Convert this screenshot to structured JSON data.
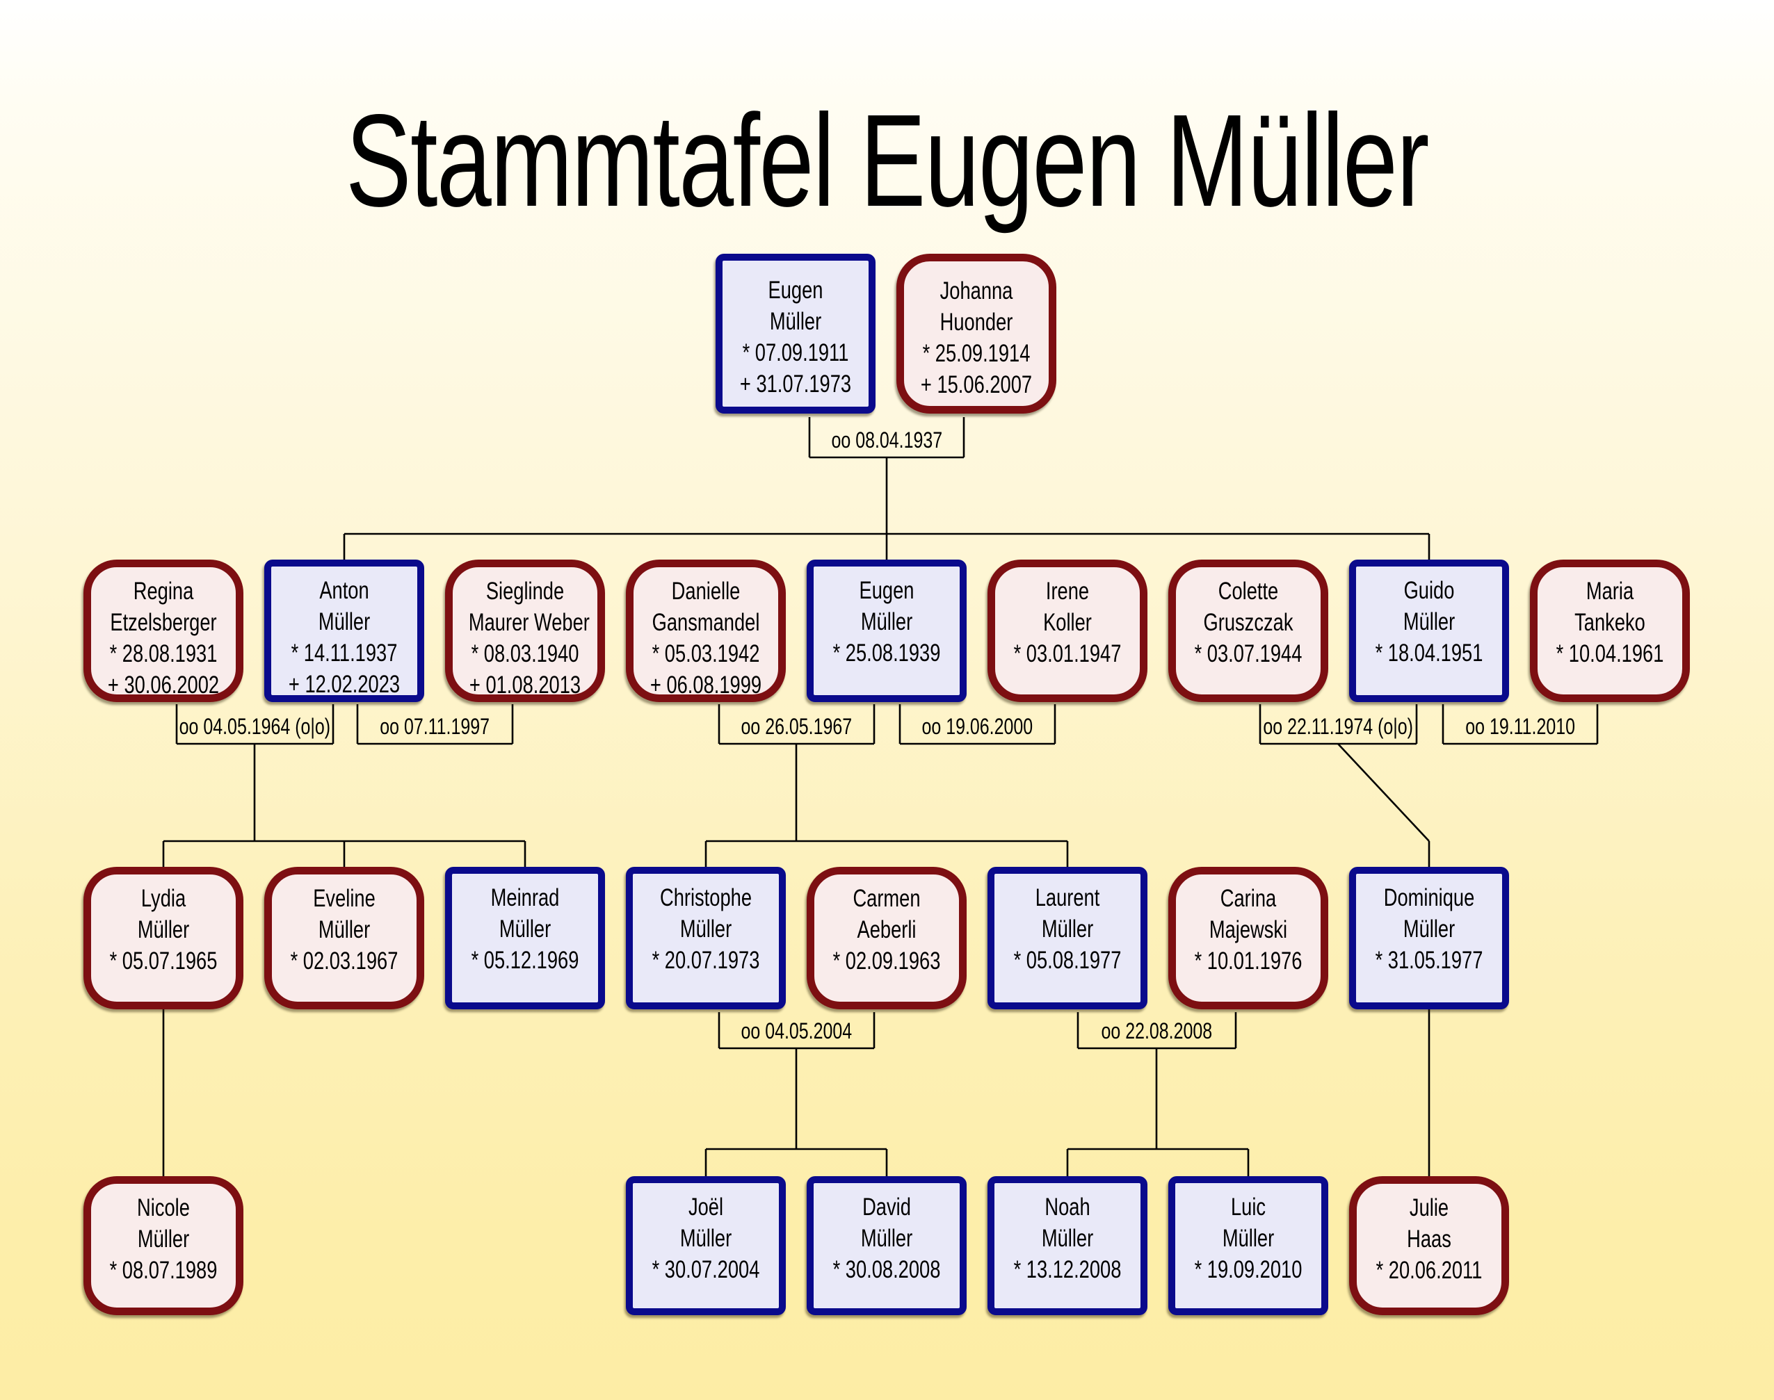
{
  "title": "Stammtafel Eugen Müller",
  "colors": {
    "male_border": "#0a0a8c",
    "male_fill": "#e9e9f8",
    "female_border": "#7d0f12",
    "female_fill": "#f9eceb",
    "connector_line": "#000000",
    "background_top": "#ffffff",
    "background_bottom": "#fdeda5"
  },
  "persons": [
    {
      "given": "Eugen",
      "surname": "Müller",
      "birth": "* 07.09.1911",
      "death": "+ 31.07.1973",
      "sex": "m"
    },
    {
      "given": "Johanna",
      "surname": "Huonder",
      "birth": "* 25.09.1914",
      "death": "+ 15.06.2007",
      "sex": "f"
    },
    {
      "given": "Regina",
      "surname": "Etzelsberger",
      "birth": "* 28.08.1931",
      "death": "+ 30.06.2002",
      "sex": "f"
    },
    {
      "given": "Anton",
      "surname": "Müller",
      "birth": "* 14.11.1937",
      "death": "+ 12.02.2023",
      "sex": "m"
    },
    {
      "given": "Sieglinde",
      "surname": "Maurer Weber",
      "birth": "* 08.03.1940",
      "death": "+ 01.08.2013",
      "sex": "f"
    },
    {
      "given": "Danielle",
      "surname": "Gansmandel",
      "birth": "* 05.03.1942",
      "death": "+ 06.08.1999",
      "sex": "f"
    },
    {
      "given": "Eugen",
      "surname": "Müller",
      "birth": "* 25.08.1939",
      "death": "",
      "sex": "m"
    },
    {
      "given": "Irene",
      "surname": "Koller",
      "birth": "* 03.01.1947",
      "death": "",
      "sex": "f"
    },
    {
      "given": "Colette",
      "surname": "Gruszczak",
      "birth": "* 03.07.1944",
      "death": "",
      "sex": "f"
    },
    {
      "given": "Guido",
      "surname": "Müller",
      "birth": "* 18.04.1951",
      "death": "",
      "sex": "m"
    },
    {
      "given": "Maria",
      "surname": "Tankeko",
      "birth": "* 10.04.1961",
      "death": "",
      "sex": "f"
    },
    {
      "given": "Lydia",
      "surname": "Müller",
      "birth": "* 05.07.1965",
      "death": "",
      "sex": "f"
    },
    {
      "given": "Eveline",
      "surname": "Müller",
      "birth": "* 02.03.1967",
      "death": "",
      "sex": "f"
    },
    {
      "given": "Meinrad",
      "surname": "Müller",
      "birth": "* 05.12.1969",
      "death": "",
      "sex": "m"
    },
    {
      "given": "Christophe",
      "surname": "Müller",
      "birth": "* 20.07.1973",
      "death": "",
      "sex": "m"
    },
    {
      "given": "Carmen",
      "surname": "Aeberli",
      "birth": "* 02.09.1963",
      "death": "",
      "sex": "f"
    },
    {
      "given": "Laurent",
      "surname": "Müller",
      "birth": "* 05.08.1977",
      "death": "",
      "sex": "m"
    },
    {
      "given": "Carina",
      "surname": "Majewski",
      "birth": "* 10.01.1976",
      "death": "",
      "sex": "f"
    },
    {
      "given": "Dominique",
      "surname": "Müller",
      "birth": "* 31.05.1977",
      "death": "",
      "sex": "m"
    },
    {
      "given": "Nicole",
      "surname": "Müller",
      "birth": "* 08.07.1989",
      "death": "",
      "sex": "f"
    },
    {
      "given": "Joël",
      "surname": "Müller",
      "birth": "* 30.07.2004",
      "death": "",
      "sex": "m"
    },
    {
      "given": "David",
      "surname": "Müller",
      "birth": "* 30.08.2008",
      "death": "",
      "sex": "m"
    },
    {
      "given": "Noah",
      "surname": "Müller",
      "birth": "* 13.12.2008",
      "death": "",
      "sex": "m"
    },
    {
      "given": "Luic",
      "surname": "Müller",
      "birth": "* 19.09.2010",
      "death": "",
      "sex": "m"
    },
    {
      "given": "Julie",
      "surname": "Haas",
      "birth": "* 20.06.2011",
      "death": "",
      "sex": "f"
    }
  ],
  "marriages": [
    {
      "label": "oo 08.04.1937"
    },
    {
      "label": "oo 04.05.1964 (o|o)"
    },
    {
      "label": "oo 07.11.1997"
    },
    {
      "label": "oo 26.05.1967"
    },
    {
      "label": "oo 19.06.2000"
    },
    {
      "label": "oo 22.11.1974 (o|o)"
    },
    {
      "label": "oo 19.11.2010"
    },
    {
      "label": "oo 04.05.2004"
    },
    {
      "label": "oo 22.08.2008"
    }
  ]
}
